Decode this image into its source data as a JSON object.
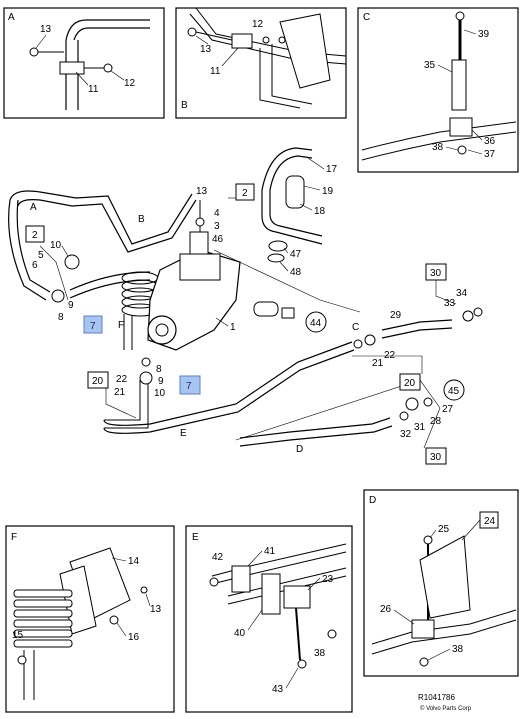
{
  "panels": {
    "A": {
      "letter": "A",
      "labels": [
        "13",
        "11",
        "12"
      ]
    },
    "B": {
      "letter": "B",
      "labels": [
        "12",
        "13",
        "11"
      ]
    },
    "C": {
      "letter": "C",
      "labels": [
        "39",
        "35",
        "36",
        "37",
        "38"
      ]
    },
    "D": {
      "letter": "D",
      "labels": [
        "25",
        "24",
        "26",
        "38"
      ]
    },
    "E": {
      "letter": "E",
      "labels": [
        "42",
        "41",
        "23",
        "40",
        "38",
        "43"
      ]
    },
    "F": {
      "letter": "F",
      "labels": [
        "14",
        "13",
        "15",
        "16"
      ]
    }
  },
  "main": {
    "route_letters": [
      "A",
      "B",
      "C",
      "D",
      "E",
      "F"
    ],
    "callouts": [
      "13",
      "17",
      "19",
      "18",
      "4",
      "3",
      "46",
      "47",
      "48",
      "10",
      "5",
      "6",
      "9",
      "8",
      "1",
      "44",
      "34",
      "33",
      "29",
      "22",
      "21",
      "27",
      "28",
      "31",
      "32",
      "8",
      "9",
      "10",
      "22",
      "21"
    ],
    "boxed": [
      "2",
      "2",
      "30",
      "20",
      "20",
      "30"
    ],
    "circled": [
      "44",
      "45"
    ],
    "highlighted": [
      "7",
      "7"
    ]
  },
  "footer": {
    "ref_code": "R1041786",
    "copyright": "© Volvo Parts Corp"
  },
  "colors": {
    "highlight_fill": "#a8c4f0",
    "highlight_stroke": "#5a7fc8",
    "line": "#000000"
  }
}
